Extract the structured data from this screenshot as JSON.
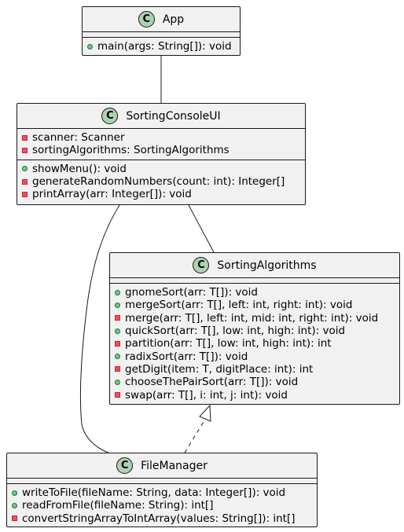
{
  "diagram": {
    "classes": [
      {
        "id": "app",
        "stereotype_letter": "C",
        "name": "App",
        "attributes": [],
        "methods": [
          {
            "vis": "public",
            "text": "main(args: String[]): void"
          }
        ]
      },
      {
        "id": "ui",
        "stereotype_letter": "C",
        "name": "SortingConsoleUI",
        "attributes": [
          {
            "vis": "private",
            "text": "scanner: Scanner"
          },
          {
            "vis": "private",
            "text": "sortingAlgorithms: SortingAlgorithms"
          }
        ],
        "methods": [
          {
            "vis": "public",
            "text": "showMenu(): void"
          },
          {
            "vis": "private",
            "text": "generateRandomNumbers(count: int): Integer[]"
          },
          {
            "vis": "private",
            "text": "printArray(arr: Integer[]): void"
          }
        ]
      },
      {
        "id": "sa",
        "stereotype_letter": "C",
        "name": "SortingAlgorithms",
        "attributes": [],
        "methods": [
          {
            "vis": "public",
            "text": "gnomeSort(arr: T[]): void"
          },
          {
            "vis": "public",
            "text": "mergeSort(arr: T[], left: int, right: int): void"
          },
          {
            "vis": "private",
            "text": "merge(arr: T[], left: int, mid: int, right: int): void"
          },
          {
            "vis": "public",
            "text": "quickSort(arr: T[], low: int, high: int): void"
          },
          {
            "vis": "private",
            "text": "partition(arr: T[], low: int, high: int): int"
          },
          {
            "vis": "public",
            "text": "radixSort(arr: T[]): void"
          },
          {
            "vis": "private",
            "text": "getDigit(item: T, digitPlace: int): int"
          },
          {
            "vis": "public",
            "text": "chooseThePairSort(arr: T[]): void"
          },
          {
            "vis": "private",
            "text": "swap(arr: T[], i: int, j: int): void"
          }
        ]
      },
      {
        "id": "fm",
        "stereotype_letter": "C",
        "name": "FileManager",
        "attributes": [],
        "methods": [
          {
            "vis": "public",
            "text": "writeToFile(fileName: String, data: Integer[]): void"
          },
          {
            "vis": "public",
            "text": "readFromFile(fileName: String): int[]"
          },
          {
            "vis": "private",
            "text": "convertStringArrayToIntArray(values: String[]): int[]"
          }
        ]
      }
    ],
    "relations": [
      {
        "from": "app",
        "to": "ui",
        "type": "association"
      },
      {
        "from": "ui",
        "to": "sa",
        "type": "association"
      },
      {
        "from": "ui",
        "to": "fm",
        "type": "association"
      },
      {
        "from": "fm",
        "to": "sa",
        "type": "realization"
      }
    ]
  }
}
